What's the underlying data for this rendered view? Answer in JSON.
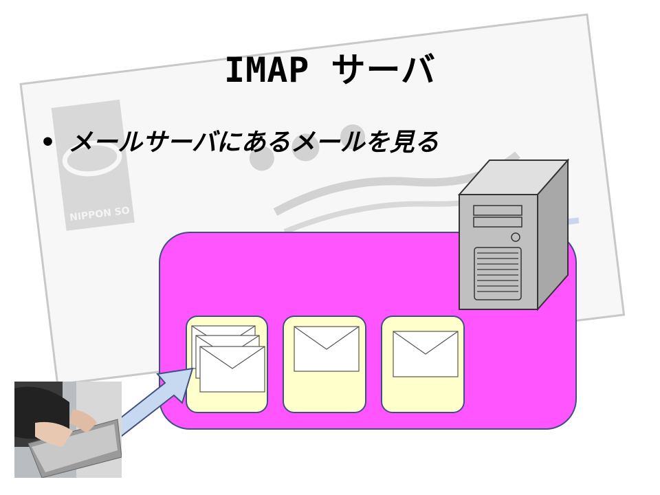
{
  "slide": {
    "title": "IMAP サーバ",
    "bullet": "メールサーバにあるメールを見る"
  },
  "background_card": {
    "logo_text": "NIPPON SO",
    "partial_text": "L"
  },
  "colors": {
    "server_box": "#ff55ff",
    "mailbox": "#ffffcc",
    "arrow": "#c6d9f1",
    "border": "#3f4f7f",
    "server_tower": "#c0c0c0"
  },
  "icons": [
    "server-icon",
    "envelope-icon",
    "laptop-photo"
  ]
}
